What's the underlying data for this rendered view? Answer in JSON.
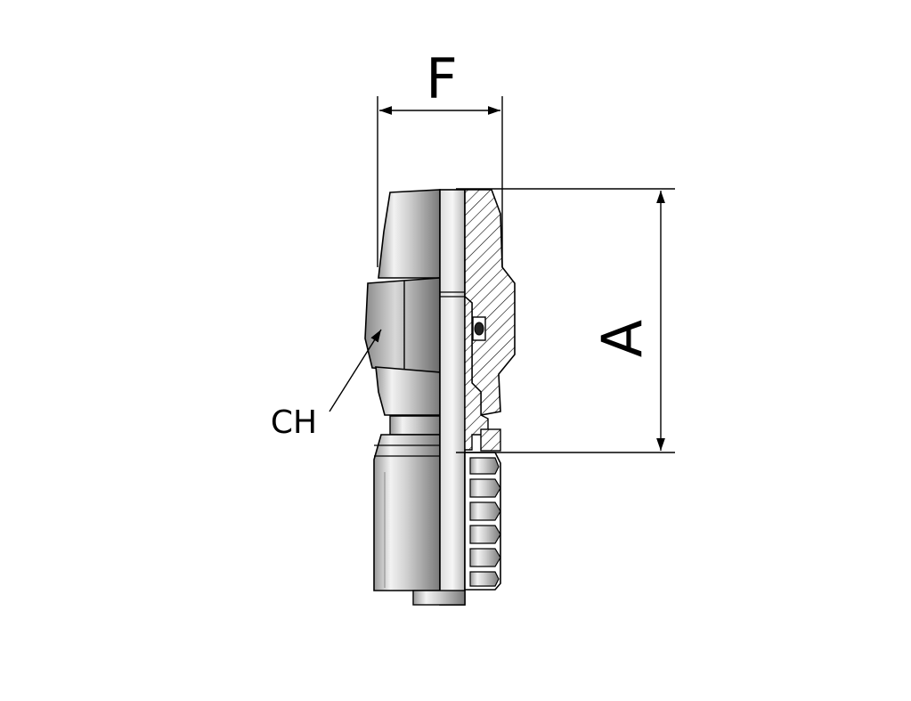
{
  "dimensions": {
    "width_label": "F",
    "height_label": "A",
    "hex_label": "CH"
  },
  "colors": {
    "line": "#000000",
    "metal_light": "#e6e6e6",
    "metal_mid": "#b4b4b4",
    "metal_dark": "#6e6e6e",
    "section_fill": "#ffffff"
  }
}
